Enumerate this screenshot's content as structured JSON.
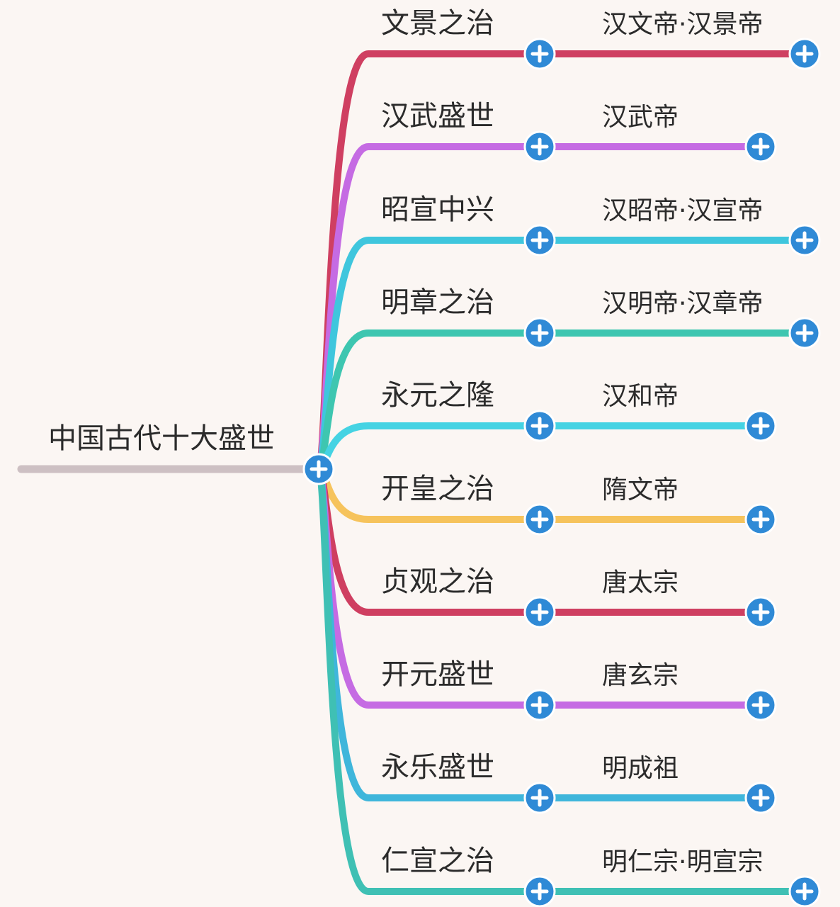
{
  "root": {
    "title": "中国古代十大盛世",
    "color": "#cdc0c3",
    "button_icon": "plus-circle-icon"
  },
  "node_button_color": "#2f8ad6",
  "branches": [
    {
      "era": "文景之治",
      "emperors": "汉文帝·汉景帝",
      "color": "#cf3f61"
    },
    {
      "era": "汉武盛世",
      "emperors": "汉武帝",
      "color": "#c56be3"
    },
    {
      "era": "昭宣中兴",
      "emperors": "汉昭帝·汉宣帝",
      "color": "#3fc6dd"
    },
    {
      "era": "明章之治",
      "emperors": "汉明帝·汉章帝",
      "color": "#3ec6b0"
    },
    {
      "era": "永元之隆",
      "emperors": "汉和帝",
      "color": "#45d3e3"
    },
    {
      "era": "开皇之治",
      "emperors": "隋文帝",
      "color": "#f6c35c"
    },
    {
      "era": "贞观之治",
      "emperors": "唐太宗",
      "color": "#cf3f61"
    },
    {
      "era": "开元盛世",
      "emperors": "唐玄宗",
      "color": "#c56be3"
    },
    {
      "era": "永乐盛世",
      "emperors": "明成祖",
      "color": "#3fb6db"
    },
    {
      "era": "仁宣之治",
      "emperors": "明仁宗·明宣宗",
      "color": "#3fc0b4"
    }
  ]
}
